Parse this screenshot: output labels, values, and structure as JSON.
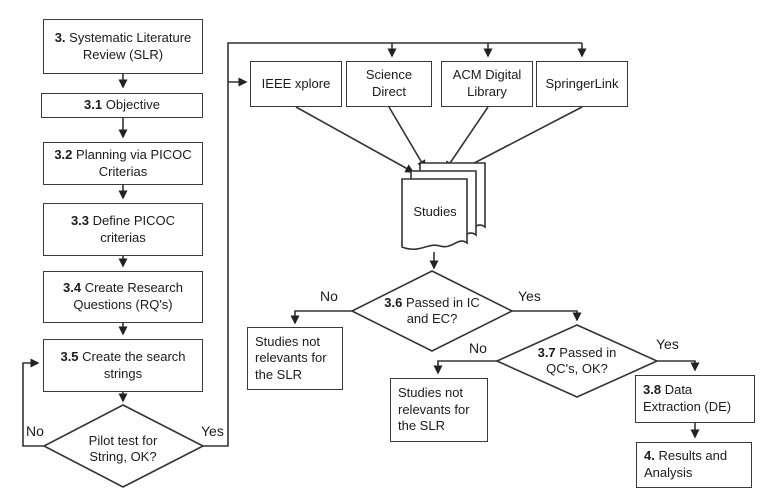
{
  "diagram": {
    "left_column": {
      "slr": {
        "num": "3.",
        "label": "Systematic Literature Review (SLR)"
      },
      "objective": {
        "num": "3.1",
        "label": "Objective"
      },
      "planning": {
        "num": "3.2",
        "label": "Planning via PICOC Criterias"
      },
      "define": {
        "num": "3.3",
        "label": "Define PICOC criterias"
      },
      "questions": {
        "num": "3.4",
        "label": "Create Research Questions (RQ's)"
      },
      "strings": {
        "num": "3.5",
        "label": "Create the search strings"
      }
    },
    "pilot_decision": {
      "label": "Pilot test for String, OK?"
    },
    "databases": [
      {
        "label": "IEEE xplore"
      },
      {
        "label": "Science Direct"
      },
      {
        "label": "ACM Digital Library"
      },
      {
        "label": "SpringerLink"
      }
    ],
    "studies": {
      "label": "Studies"
    },
    "decision_ic_ec": {
      "num": "3.6",
      "label": "Passed in IC and EC?"
    },
    "decision_qc": {
      "num": "3.7",
      "label": "Passed in QC's, OK?"
    },
    "not_relevant_1": {
      "label": "Studies not relevants for the SLR"
    },
    "not_relevant_2": {
      "label": "Studies not relevants for the SLR"
    },
    "data_extraction": {
      "num": "3.8",
      "label": "Data Extraction (DE)"
    },
    "results": {
      "num": "4.",
      "label": "Results and Analysis"
    },
    "edge_labels": {
      "yes": "Yes",
      "no": "No"
    },
    "colors": {
      "stroke": "#333333",
      "text": "#1b1b1b",
      "background": "#ffffff"
    }
  }
}
